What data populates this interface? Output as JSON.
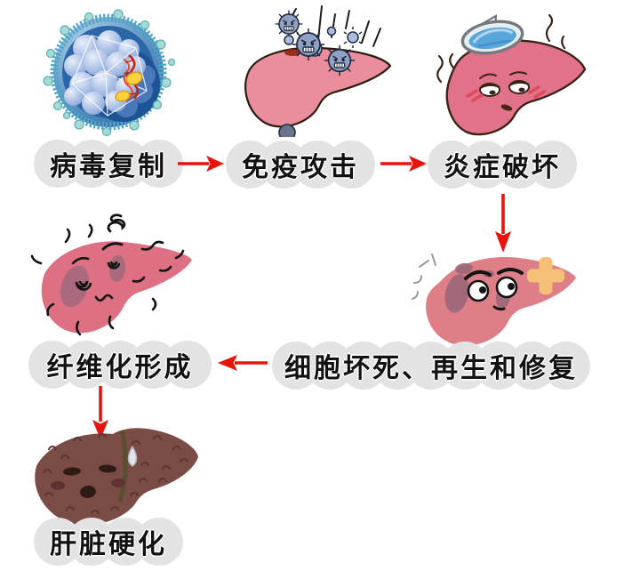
{
  "diagram": {
    "title": "",
    "background_color": "#ffffff",
    "arrow_color": "#e8140c",
    "label_bubble_color": "#e3e3e3",
    "label_text_color": "#121212",
    "stages": [
      {
        "label": "病毒复制",
        "illustration": "hepatitis-virus-particle"
      },
      {
        "label": "免疫攻击",
        "illustration": "liver-attacked-by-virus-particles"
      },
      {
        "label": "炎症破坏",
        "illustration": "feverish-liver-with-ice-pack"
      },
      {
        "label": "细胞坏死、再生和修复",
        "illustration": "bruised-liver-with-bandage-cross"
      },
      {
        "label": "纤维化形成",
        "illustration": "scarred-dizzy-liver"
      },
      {
        "label": "肝脏硬化",
        "illustration": "dark-cirrhotic-liver"
      }
    ],
    "arrows": [
      {
        "from": "病毒复制",
        "to": "免疫攻击",
        "direction": "right"
      },
      {
        "from": "免疫攻击",
        "to": "炎症破坏",
        "direction": "right"
      },
      {
        "from": "炎症破坏",
        "to": "细胞坏死、再生和修复",
        "direction": "down"
      },
      {
        "from": "细胞坏死、再生和修复",
        "to": "纤维化形成",
        "direction": "left"
      },
      {
        "from": "纤维化形成",
        "to": "肝脏硬化",
        "direction": "down"
      }
    ],
    "colors": {
      "liver_pink": "#ea8e9e",
      "liver_deep_pink": "#e17289",
      "liver_muted_pink": "#de7e87",
      "bruise_patch": "#9b6778",
      "bandage_cross": "#f6c176",
      "cirrhotic_brown": "#7b4b46",
      "virus_body_blue": "#8fa2c6",
      "virus_capsid_blue": "#2a66a8",
      "ice_bag_water": "#58a7dc"
    }
  }
}
